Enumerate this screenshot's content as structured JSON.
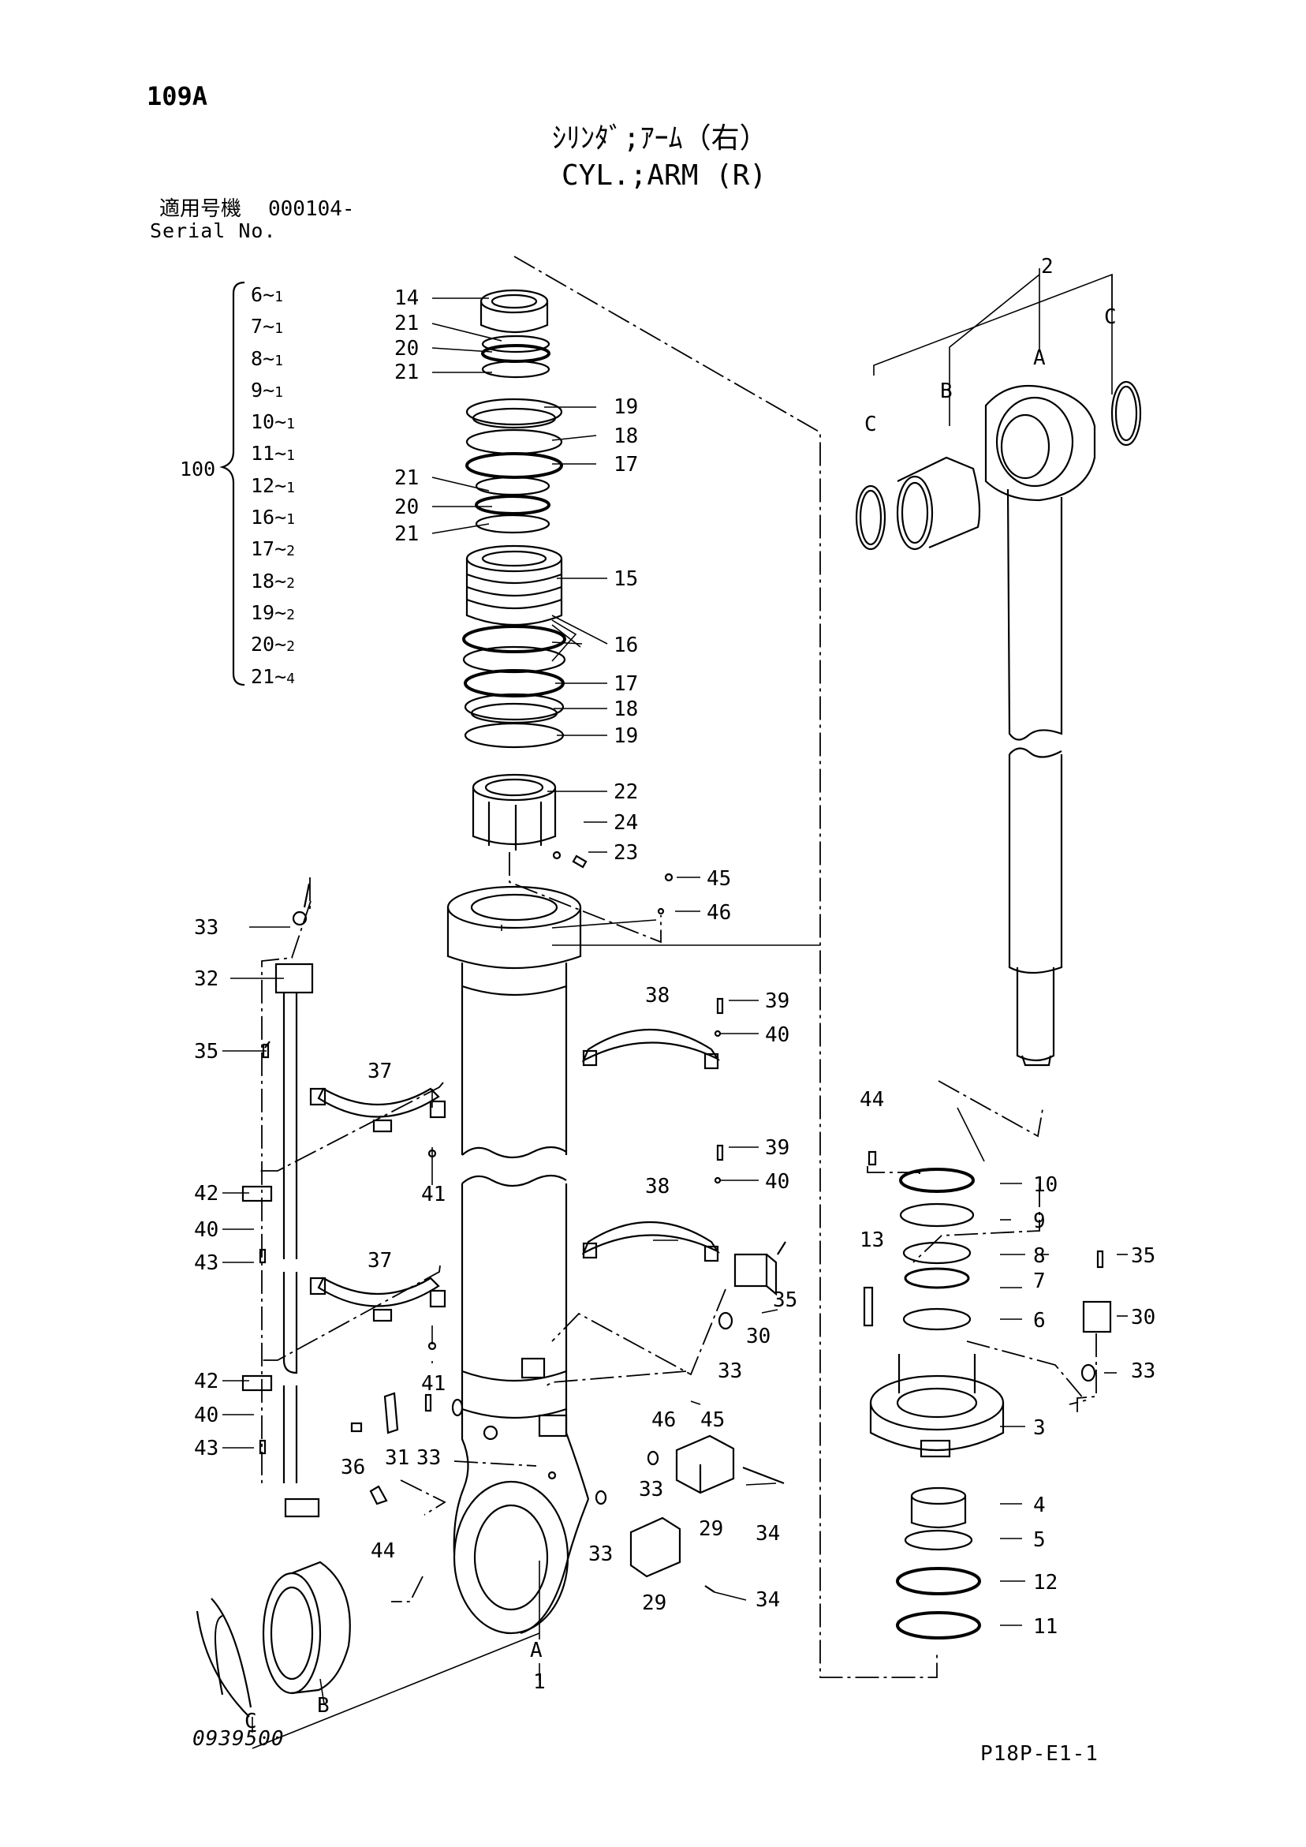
{
  "header": {
    "page_code": "109A",
    "title_jp": "ｼﾘﾝﾀﾞ;ｱｰﾑ（右）",
    "title_en": "CYL.;ARM (R)",
    "serial_label_jp": "適用号機",
    "serial_label_en": "Serial No.",
    "serial_value": "000104-"
  },
  "kit": {
    "label": "100",
    "items": [
      {
        "part": "6",
        "qty": "1"
      },
      {
        "part": "7",
        "qty": "1"
      },
      {
        "part": "8",
        "qty": "1"
      },
      {
        "part": "9",
        "qty": "1"
      },
      {
        "part": "10",
        "qty": "1"
      },
      {
        "part": "11",
        "qty": "1"
      },
      {
        "part": "12",
        "qty": "1"
      },
      {
        "part": "16",
        "qty": "1"
      },
      {
        "part": "17",
        "qty": "2"
      },
      {
        "part": "18",
        "qty": "2"
      },
      {
        "part": "19",
        "qty": "2"
      },
      {
        "part": "20",
        "qty": "2"
      },
      {
        "part": "21",
        "qty": "4"
      }
    ]
  },
  "callouts": {
    "c1": "1",
    "c2": "2",
    "c3": "3",
    "c4": "4",
    "c5": "5",
    "c6": "6",
    "c7": "7",
    "c8": "8",
    "c9": "9",
    "c10": "10",
    "c11": "11",
    "c12": "12",
    "c13": "13",
    "c14": "14",
    "c15": "15",
    "c16": "16",
    "c17": "17",
    "c17b": "17",
    "c18": "18",
    "c18b": "18",
    "c19": "19",
    "c19b": "19",
    "c20": "20",
    "c20b": "20",
    "c21": "21",
    "c21b": "21",
    "c21c": "21",
    "c21d": "21",
    "c22": "22",
    "c23": "23",
    "c24": "24",
    "c29": "29",
    "c29b": "29",
    "c30": "30",
    "c30b": "30",
    "c31": "31",
    "c32": "32",
    "c33": "33",
    "c33b": "33",
    "c33c": "33",
    "c33d": "33",
    "c33e": "33",
    "c34": "34",
    "c34b": "34",
    "c35": "35",
    "c35b": "35",
    "c35c": "35",
    "c36": "36",
    "c37": "37",
    "c37b": "37",
    "c38": "38",
    "c38b": "38",
    "c39": "39",
    "c39b": "39",
    "c40": "40",
    "c40b": "40",
    "c40c": "40",
    "c40d": "40",
    "c41": "41",
    "c41b": "41",
    "c42": "42",
    "c42b": "42",
    "c43": "43",
    "c43b": "43",
    "c44": "44",
    "c44b": "44",
    "c45": "45",
    "c45b": "45",
    "c46": "46",
    "c46b": "46",
    "lA1": "A",
    "lA2": "A",
    "lB1": "B",
    "lB2": "B",
    "lC1": "C",
    "lC2": "C",
    "lC3": "C"
  },
  "footer": {
    "drawing_no": "0939500",
    "page_ref": "P18P-E1-1"
  }
}
